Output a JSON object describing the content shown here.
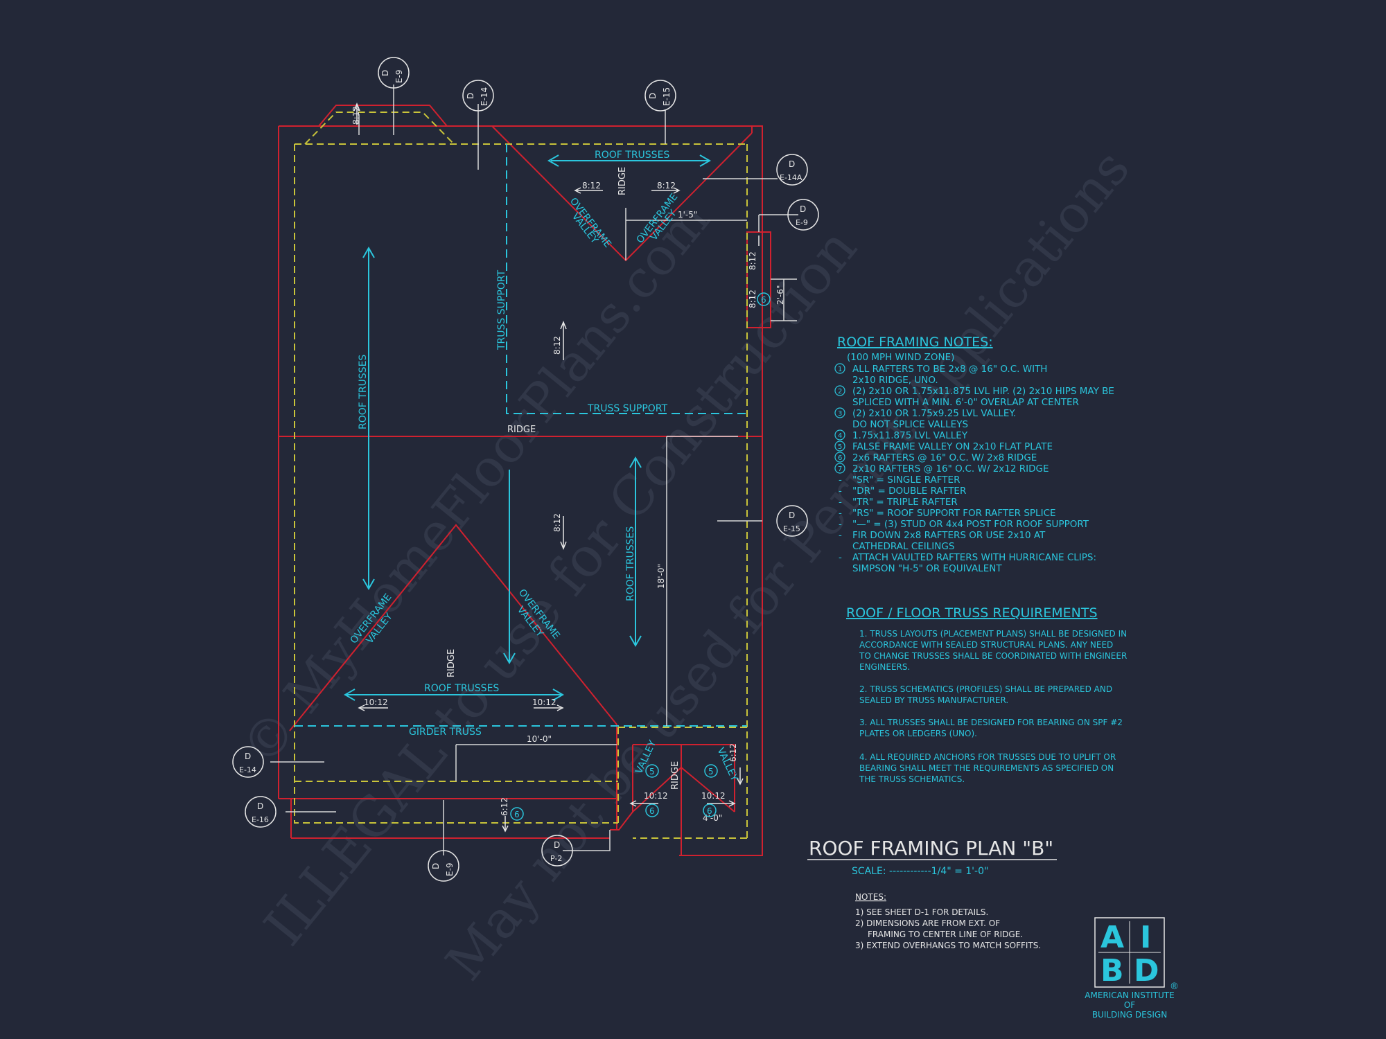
{
  "colors": {
    "background": "#232838",
    "wall": "#d0212f",
    "cyan": "#2bc6dd",
    "dashed": "#c9c43a",
    "white": "#e6e6e6"
  },
  "watermark": {
    "line1": "© MyHomeFloorPlans.com",
    "line2": "ILLEGAL to use for Construction",
    "line3": "May not be used for Permit Applications"
  },
  "callouts": [
    {
      "top": "D",
      "bottom": "E-9"
    },
    {
      "top": "D",
      "bottom": "E-14"
    },
    {
      "top": "D",
      "bottom": "E-15"
    },
    {
      "top": "D",
      "bottom": "E-14A"
    },
    {
      "top": "D",
      "bottom": "E-9"
    },
    {
      "top": "D",
      "bottom": "E-15"
    },
    {
      "top": "D",
      "bottom": "E-14"
    },
    {
      "top": "D",
      "bottom": "E-16"
    },
    {
      "top": "D",
      "bottom": "E-9"
    },
    {
      "top": "D",
      "bottom": "P-2"
    }
  ],
  "labels": {
    "roof_trusses": "ROOF TRUSSES",
    "ridge": "RIDGE",
    "truss_support": "TRUSS SUPPORT",
    "girder_truss": "GIRDER TRUSS",
    "overframe": "OVERFRAME",
    "valley": "VALLEY",
    "pitch_8": "8:12",
    "pitch_10": "10:12",
    "pitch_6": "6:12",
    "dim_1_5": "1'-5\"",
    "dim_2_6": "2'-6\"",
    "dim_18_0": "18'-0\"",
    "dim_10_0": "10'-0\"",
    "dim_4_0": "4'-0\"",
    "num_5": "5",
    "num_6": "6"
  },
  "roof_notes": {
    "title": "ROOF FRAMING NOTES:",
    "lines": [
      "(100 MPH WIND ZONE)",
      "ALL RAFTERS TO BE 2x8 @ 16\" O.C. WITH",
      "2x10 RIDGE, UNO.",
      "(2) 2x10 OR 1.75x11.875 LVL HIP. (2) 2x10 HIPS MAY BE",
      "SPLICED WITH A MIN. 6'-0\" OVERLAP AT CENTER",
      "(2) 2x10 OR 1.75x9.25 LVL VALLEY.",
      "DO NOT SPLICE VALLEYS",
      "1.75x11.875 LVL VALLEY",
      "FALSE FRAME VALLEY ON 2x10 FLAT PLATE",
      "2x6 RAFTERS @ 16\" O.C. W/ 2x8 RIDGE",
      "2x10 RAFTERS @ 16\" O.C. W/ 2x12 RIDGE",
      "\"SR\" = SINGLE RAFTER",
      "\"DR\" = DOUBLE RAFTER",
      "\"TR\" = TRIPLE RAFTER",
      "\"RS\" = ROOF SUPPORT FOR RAFTER SPLICE",
      "\"—\" = (3) STUD OR 4x4 POST FOR ROOF SUPPORT",
      "FIR DOWN 2x8 RAFTERS OR USE 2x10 AT",
      "CATHEDRAL CEILINGS",
      "ATTACH VAULTED RAFTERS WITH HURRICANE CLIPS:",
      "SIMPSON \"H-5\" OR EQUIVALENT"
    ],
    "markers": [
      "1",
      "2",
      "3",
      "4",
      "5",
      "6",
      "7",
      "-"
    ]
  },
  "truss_req": {
    "title": "ROOF / FLOOR  TRUSS REQUIREMENTS",
    "lines": [
      "1. TRUSS LAYOUTS (PLACEMENT PLANS) SHALL BE DESIGNED IN",
      "ACCORDANCE WITH SEALED STRUCTURAL PLANS. ANY NEED",
      "TO CHANGE TRUSSES SHALL BE COORDINATED WITH ENGINEER",
      "ENGINEERS.",
      "2. TRUSS SCHEMATICS (PROFILES) SHALL BE PREPARED AND",
      "SEALED BY TRUSS MANUFACTURER.",
      "3. ALL TRUSSES SHALL BE DESIGNED FOR BEARING ON SPF #2",
      "PLATES OR LEDGERS (UNO).",
      "4. ALL REQUIRED ANCHORS FOR TRUSSES DUE TO UPLIFT OR",
      "BEARING SHALL MEET THE REQUIREMENTS AS SPECIFIED ON",
      "THE TRUSS SCHEMATICS."
    ]
  },
  "plan": {
    "title": "ROOF FRAMING PLAN \"B\"",
    "scale": "SCALE: ------------1/4\" = 1'-0\""
  },
  "notes": {
    "heading": "NOTES:",
    "lines": [
      "1)  SEE SHEET D-1 FOR DETAILS.",
      "2)  DIMENSIONS ARE FROM EXT. OF",
      "FRAMING TO CENTER LINE OF RIDGE.",
      "3)  EXTEND OVERHANGS TO MATCH SOFFITS."
    ]
  },
  "logo": {
    "a": "A",
    "i": "I",
    "b": "B",
    "d": "D",
    "registered": "®",
    "line1": "AMERICAN INSTITUTE",
    "line2": "OF",
    "line3": "BUILDING DESIGN"
  }
}
